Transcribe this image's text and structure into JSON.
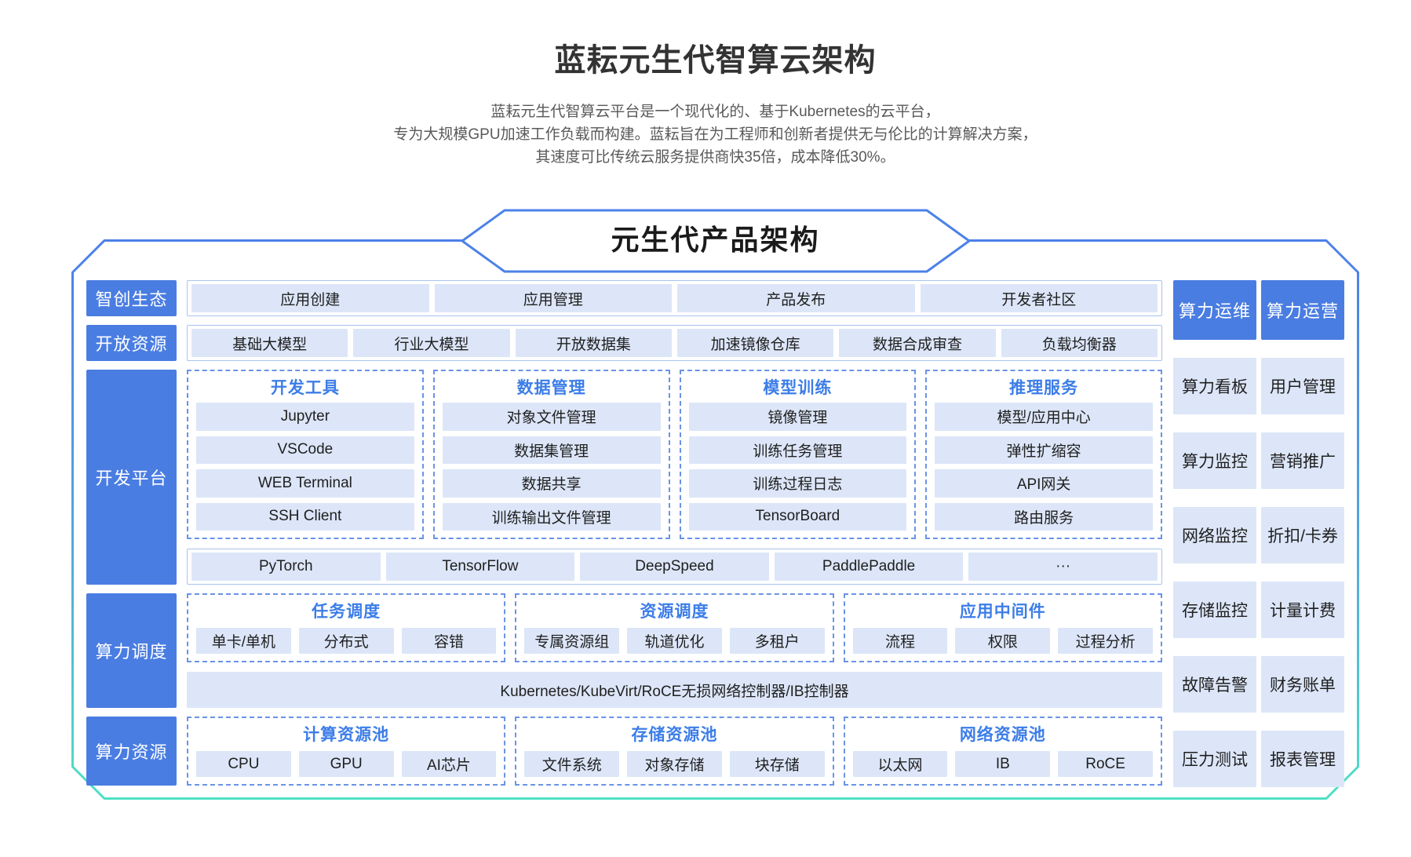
{
  "header": {
    "title": "蓝耘元生代智算云架构",
    "subtitle": [
      "蓝耘元生代智算云平台是一个现代化的、基于Kubernetes的云平台，",
      "专为大规模GPU加速工作负载而构建。蓝耘旨在为工程师和创新者提供无与伦比的计算解决方案，",
      "其速度可比传统云服务提供商快35倍，成本降低30%。"
    ]
  },
  "banner": {
    "title": "元生代产品架构"
  },
  "rows": {
    "eco": {
      "label": "智创生态",
      "items": [
        "应用创建",
        "应用管理",
        "产品发布",
        "开发者社区"
      ]
    },
    "open": {
      "label": "开放资源",
      "items": [
        "基础大模型",
        "行业大模型",
        "开放数据集",
        "加速镜像仓库",
        "数据合成审查",
        "负载均衡器"
      ]
    },
    "dev": {
      "label": "开发平台",
      "groups": [
        {
          "title": "开发工具",
          "items": [
            "Jupyter",
            "VSCode",
            "WEB Terminal",
            "SSH Client"
          ]
        },
        {
          "title": "数据管理",
          "items": [
            "对象文件管理",
            "数据集管理",
            "数据共享",
            "训练输出文件管理"
          ]
        },
        {
          "title": "模型训练",
          "items": [
            "镜像管理",
            "训练任务管理",
            "训练过程日志",
            "TensorBoard"
          ]
        },
        {
          "title": "推理服务",
          "items": [
            "模型/应用中心",
            "弹性扩缩容",
            "API网关",
            "路由服务"
          ]
        }
      ],
      "frameworks": [
        "PyTorch",
        "TensorFlow",
        "DeepSpeed",
        "PaddlePaddle",
        "···"
      ]
    },
    "sched": {
      "label": "算力调度",
      "groups": [
        {
          "title": "任务调度",
          "items": [
            "单卡/单机",
            "分布式",
            "容错"
          ]
        },
        {
          "title": "资源调度",
          "items": [
            "专属资源组",
            "轨道优化",
            "多租户"
          ]
        },
        {
          "title": "应用中间件",
          "items": [
            "流程",
            "权限",
            "过程分析"
          ]
        }
      ],
      "base_bar": "Kubernetes/KubeVirt/RoCE无损网络控制器/IB控制器"
    },
    "res": {
      "label": "算力资源",
      "groups": [
        {
          "title": "计算资源池",
          "items": [
            "CPU",
            "GPU",
            "AI芯片"
          ]
        },
        {
          "title": "存储资源池",
          "items": [
            "文件系统",
            "对象存储",
            "块存储"
          ]
        },
        {
          "title": "网络资源池",
          "items": [
            "以太网",
            "IB",
            "RoCE"
          ]
        }
      ]
    }
  },
  "sidebar": {
    "ops": {
      "header": "算力运维",
      "items": [
        "算力看板",
        "算力监控",
        "网络监控",
        "存储监控",
        "故障告警",
        "压力测试"
      ]
    },
    "biz": {
      "header": "算力运营",
      "items": [
        "用户管理",
        "营销推广",
        "折扣/卡券",
        "计量计费",
        "财务账单",
        "报表管理"
      ]
    }
  },
  "colors": {
    "accent_blue": "#4a7de2",
    "banner_border_blue": "#4c82e8",
    "frame_top_blue": "#4c7fe8",
    "frame_bottom_teal": "#4fe0c4",
    "cell_bg": "#dce6f8",
    "group_title_blue": "#3c7de8",
    "dashed_border": "#6b93e6",
    "title_text": "#333333",
    "subtitle_text": "#595959"
  }
}
